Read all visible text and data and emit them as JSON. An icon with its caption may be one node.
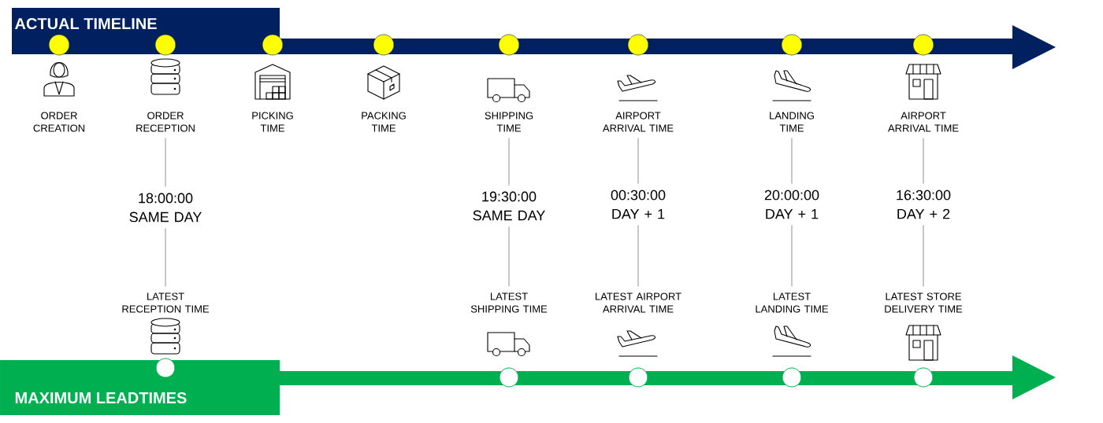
{
  "diagram": {
    "nodes": [
      {
        "text": [
          "ACTUAL TIMELINE"
        ]
      },
      {
        "text": [
          "MAXIMUM LEADTIMES"
        ]
      },
      {
        "text": [
          "ORDER CREATION"
        ]
      },
      {
        "text": [
          "ORDER RECEPTION"
        ]
      },
      {
        "text": [
          "PICKING TIME"
        ]
      },
      {
        "text": [
          "PACKING TIME"
        ]
      },
      {
        "text": [
          "SHIPPING TIME"
        ]
      },
      {
        "text": [
          "AIRPORT ARRIVAL TIME"
        ]
      },
      {
        "text": [
          "LANDING TIME"
        ]
      },
      {
        "text": [
          "AIRPORT ARRIVAL TIME"
        ]
      },
      {
        "text": [
          "18:00:00 SAME DAY"
        ]
      },
      {
        "text": [
          "19:30:00 SAME DAY"
        ]
      },
      {
        "text": [
          "00:30:00 DAY + 1"
        ]
      },
      {
        "text": [
          "20:00:00 DAY + 1"
        ]
      },
      {
        "text": [
          "16:30:00 DAY + 2"
        ]
      },
      {
        "text": [
          "LATEST RECEPTION TIME"
        ]
      },
      {
        "text": [
          "LATEST SHIPPING TIME"
        ]
      },
      {
        "text": [
          "LATEST AIRPORT ARRIVAL TIME"
        ]
      },
      {
        "text": [
          "LATEST LANDING TIME"
        ]
      },
      {
        "text": [
          "LATEST STORE DELIVERY TIME"
        ]
      }
    ],
    "edges": [
      {
        "from": 3,
        "to": 10,
        "arrow": "none"
      },
      {
        "from": 10,
        "to": 15,
        "arrow": "none"
      },
      {
        "from": 6,
        "to": 11,
        "arrow": "none"
      },
      {
        "from": 11,
        "to": 16,
        "arrow": "none"
      },
      {
        "from": 7,
        "to": 12,
        "arrow": "none"
      },
      {
        "from": 12,
        "to": 17,
        "arrow": "none"
      },
      {
        "from": 8,
        "to": 13,
        "arrow": "none"
      },
      {
        "from": 13,
        "to": 18,
        "arrow": "none"
      },
      {
        "from": 9,
        "to": 14,
        "arrow": "none"
      },
      {
        "from": 14,
        "to": 19,
        "arrow": "none"
      }
    ]
  }
}
